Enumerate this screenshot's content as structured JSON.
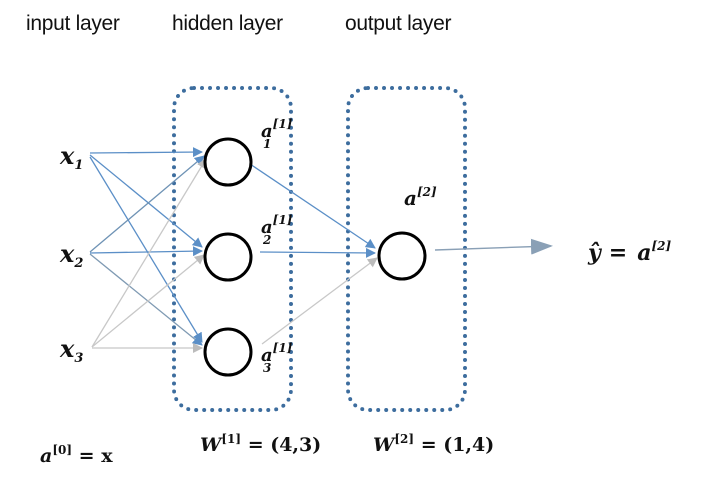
{
  "titles": {
    "input": "input layer",
    "hidden": "hidden layer",
    "output": "output layer"
  },
  "inputs": {
    "x1": "x",
    "x1_sub": "1",
    "x2": "x",
    "x2_sub": "2",
    "x3": "x",
    "x3_sub": "3"
  },
  "hidden_labels": {
    "a1": "a",
    "a1_sup": "[1]",
    "a1_sub": "1",
    "a2": "a",
    "a2_sup": "[1]",
    "a2_sub": "2",
    "a3": "a",
    "a3_sup": "[1]",
    "a3_sub": "3"
  },
  "output_label": {
    "a": "a",
    "sup": "[2]"
  },
  "prediction": {
    "yhat": "ŷ",
    "equals": "=",
    "a": "a",
    "sup": "[2]"
  },
  "equations": {
    "a0_lhs": "a",
    "a0_sup": "[0]",
    "a0_rhs": "= x",
    "w1_lhs": "W",
    "w1_sup": "[1]",
    "w1_rhs": "= (4,3)",
    "w2_lhs": "W",
    "w2_sup": "[2]",
    "w2_rhs": "= (1,4)"
  },
  "colors": {
    "box": "#3d6d9e",
    "arrow_blue": "#5b8fc7",
    "arrow_gray": "#b8b8b8",
    "node": "#000000"
  }
}
